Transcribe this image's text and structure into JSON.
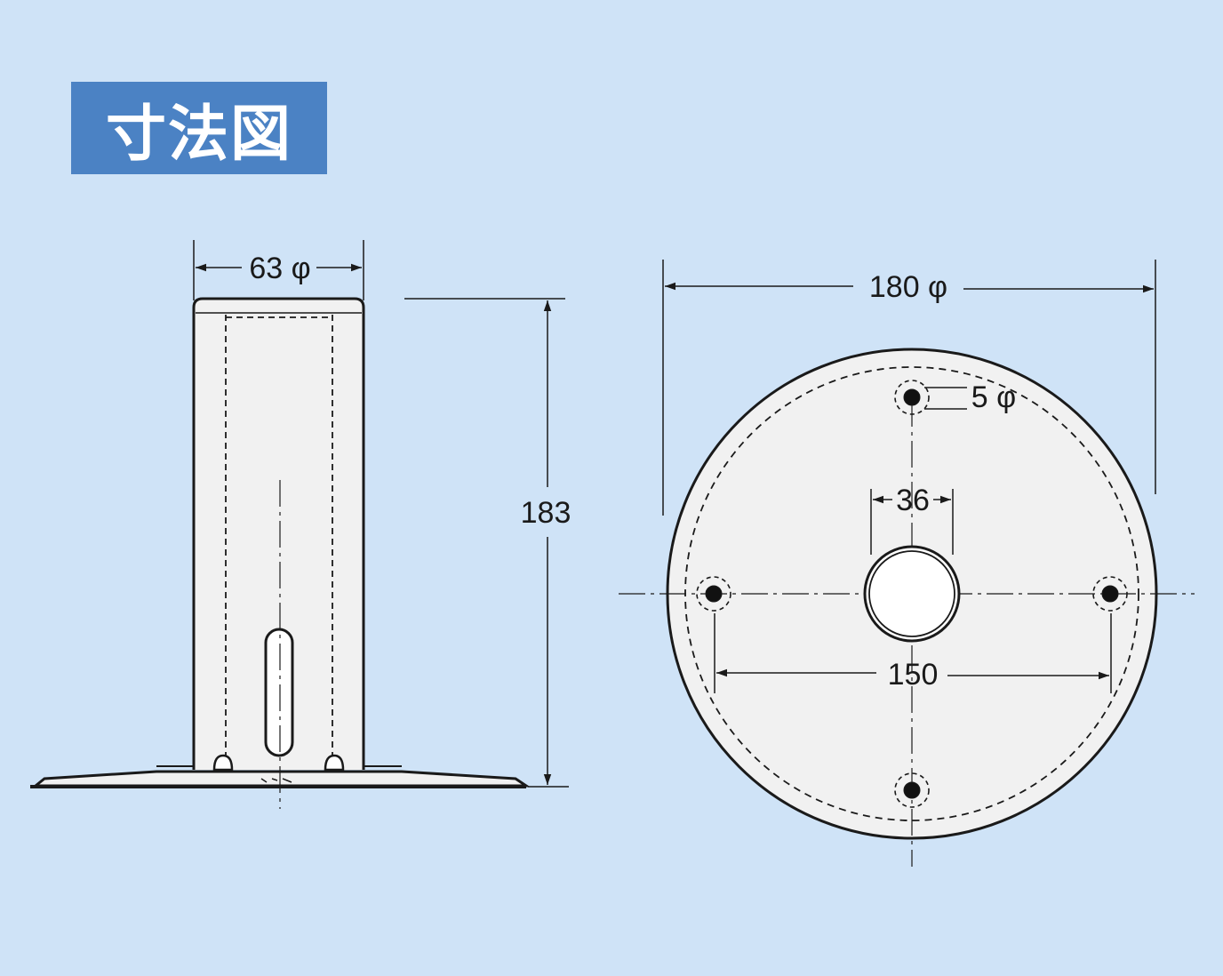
{
  "title": "寸法図",
  "dimensions": {
    "pipe_diameter": "63 φ",
    "height": "183",
    "base_diameter": "180 φ",
    "hole_diameter": "5 φ",
    "center_hole": "36",
    "hole_pitch": "150"
  },
  "colors": {
    "background": "#cfe3f7",
    "title_box": "#4b82c4",
    "line": "#1a1a1a",
    "part_fill": "#f1f1f1"
  }
}
